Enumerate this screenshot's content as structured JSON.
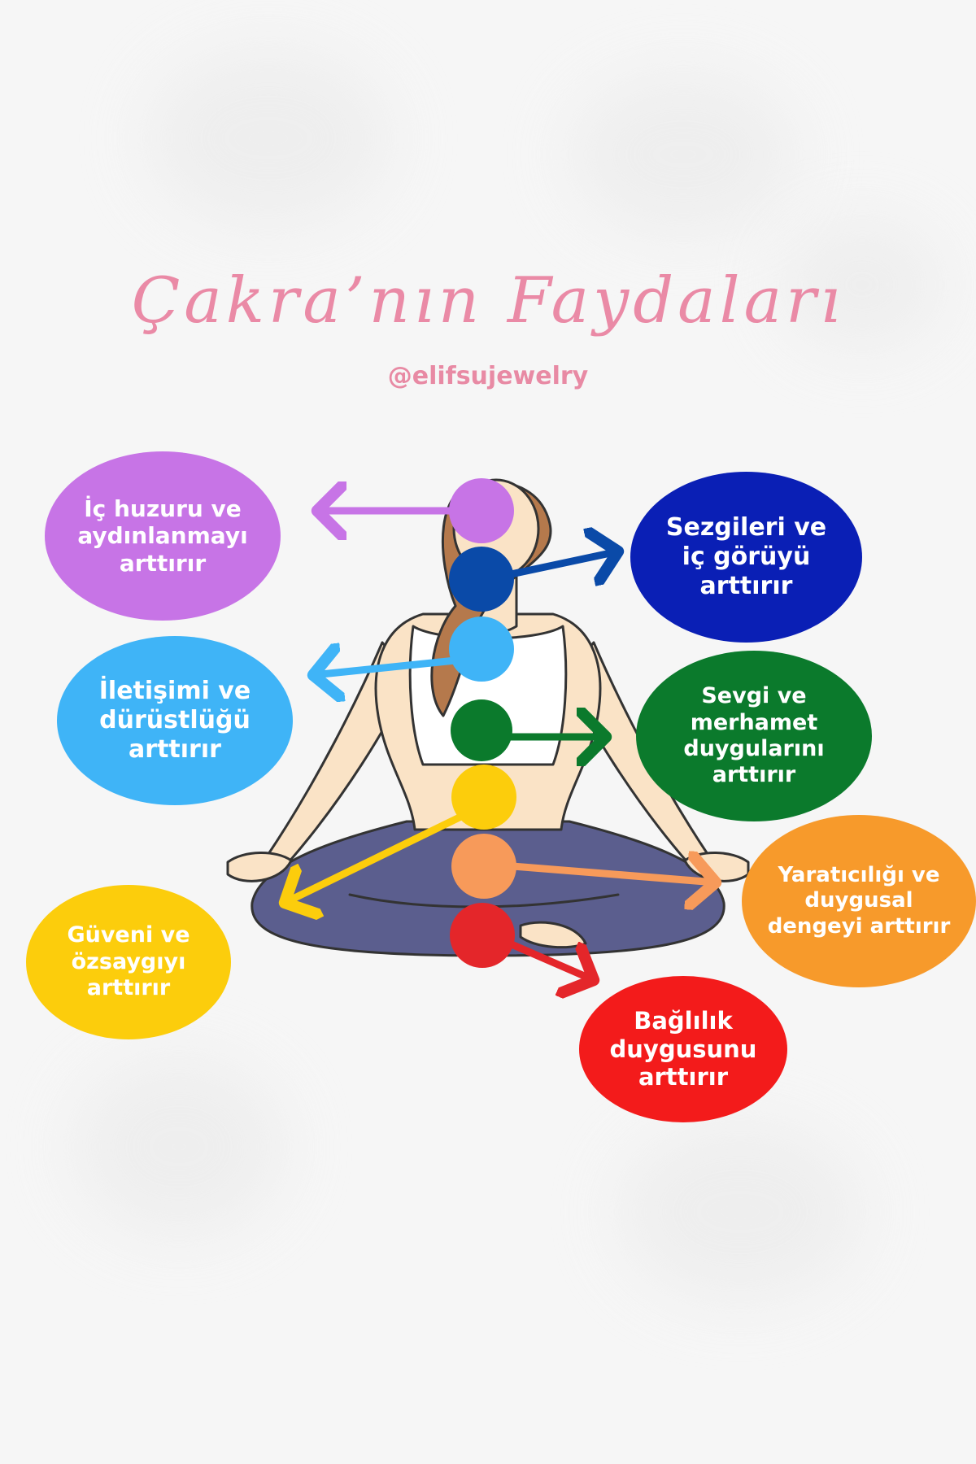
{
  "title": "Çakra’nın Faydaları",
  "handle": "@elifsujewelry",
  "colors": {
    "crown": "#c774e6",
    "third_eye": "#0a1fb5",
    "throat": "#3fb4f7",
    "heart": "#0b7a2c",
    "solar_plexus": "#fccd0c",
    "sacral": "#f79a2b",
    "root": "#f31b1b",
    "title": "#ea8aa6"
  },
  "benefits": {
    "crown": [
      "İç huzuru ve",
      "aydınlanmayı",
      "arttırır"
    ],
    "third_eye": [
      "Sezgileri ve",
      "iç görüyü",
      "arttırır"
    ],
    "throat": [
      "İletişimi ve",
      "dürüstlüğü",
      "arttırır"
    ],
    "heart": [
      "Sevgi ve",
      "merhamet",
      "duygularını",
      "arttırır"
    ],
    "sacral": [
      "Yaratıcılığı ve",
      "duygusal",
      "dengeyi arttırır"
    ],
    "solar_plexus": [
      "Güveni ve",
      "özsaygıyı",
      "arttırır"
    ],
    "root": [
      "Bağlılık",
      "duygusunu",
      "arttırır"
    ]
  }
}
